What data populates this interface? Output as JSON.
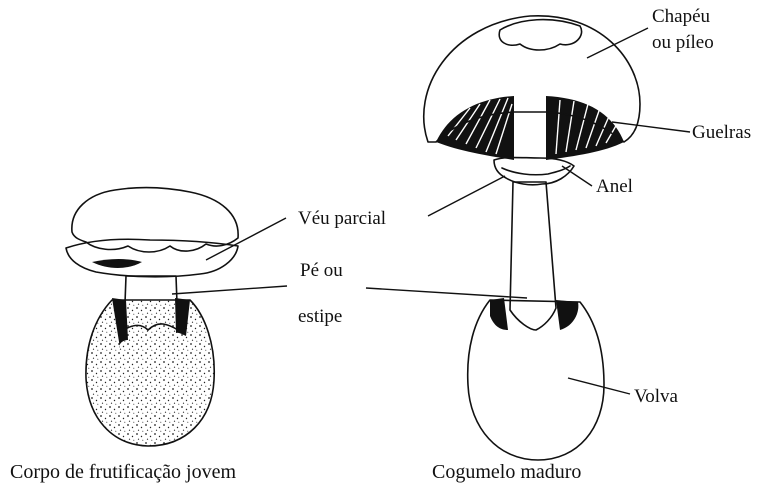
{
  "labels": {
    "chapeu_line1": "Chapéu",
    "chapeu_line2": "ou píleo",
    "guelras": "Guelras",
    "anel": "Anel",
    "veu_parcial": "Véu parcial",
    "pe_line1": "Pé ou",
    "pe_line2": "estipe",
    "volva": "Volva"
  },
  "captions": {
    "young": "Corpo de frutificação jovem",
    "mature": "Cogumelo maduro"
  }
}
